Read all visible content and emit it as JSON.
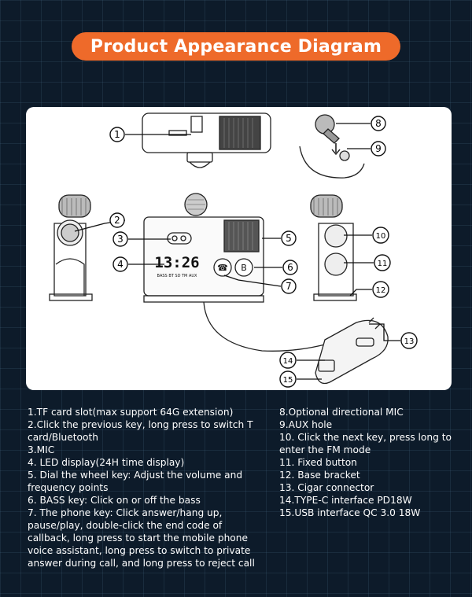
{
  "title": "Product Appearance Diagram",
  "callouts": [
    "1",
    "2",
    "3",
    "4",
    "5",
    "6",
    "7",
    "8",
    "9",
    "10",
    "11",
    "12",
    "13",
    "14",
    "15"
  ],
  "display": {
    "time": "13:26",
    "indicators": "BASS BT SD TM AUX"
  },
  "buttons": {
    "phone": "☎",
    "bass": "B"
  },
  "legend_left": [
    "1.TF card slot(max support  64G extension)",
    "2.Click the previous key, long press to switch T card/Bluetooth",
    "3.MIC",
    "4. LED display(24H time display)",
    "5. Dial the wheel key: Adjust the volume and frequency points",
    "6. BASS key: Click on or off the bass",
    "7. The phone key: Click answer/hang up, pause/play, double-click the end code of callback, long press to start the mobile phone voice assistant, long press to switch to private answer during call, and long press to reject call"
  ],
  "legend_right": [
    "8.Optional directional MIC",
    "9.AUX hole",
    "10. Click the next key, press long to enter the FM mode",
    "11. Fixed button",
    "12. Base bracket",
    "13. Cigar connector",
    "14.TYPE-C interface PD18W",
    "15.USB interface QC 3.0  18W"
  ],
  "colors": {
    "accent": "#ee6a2a",
    "background": "#0d1b2a",
    "card": "#ffffff"
  }
}
